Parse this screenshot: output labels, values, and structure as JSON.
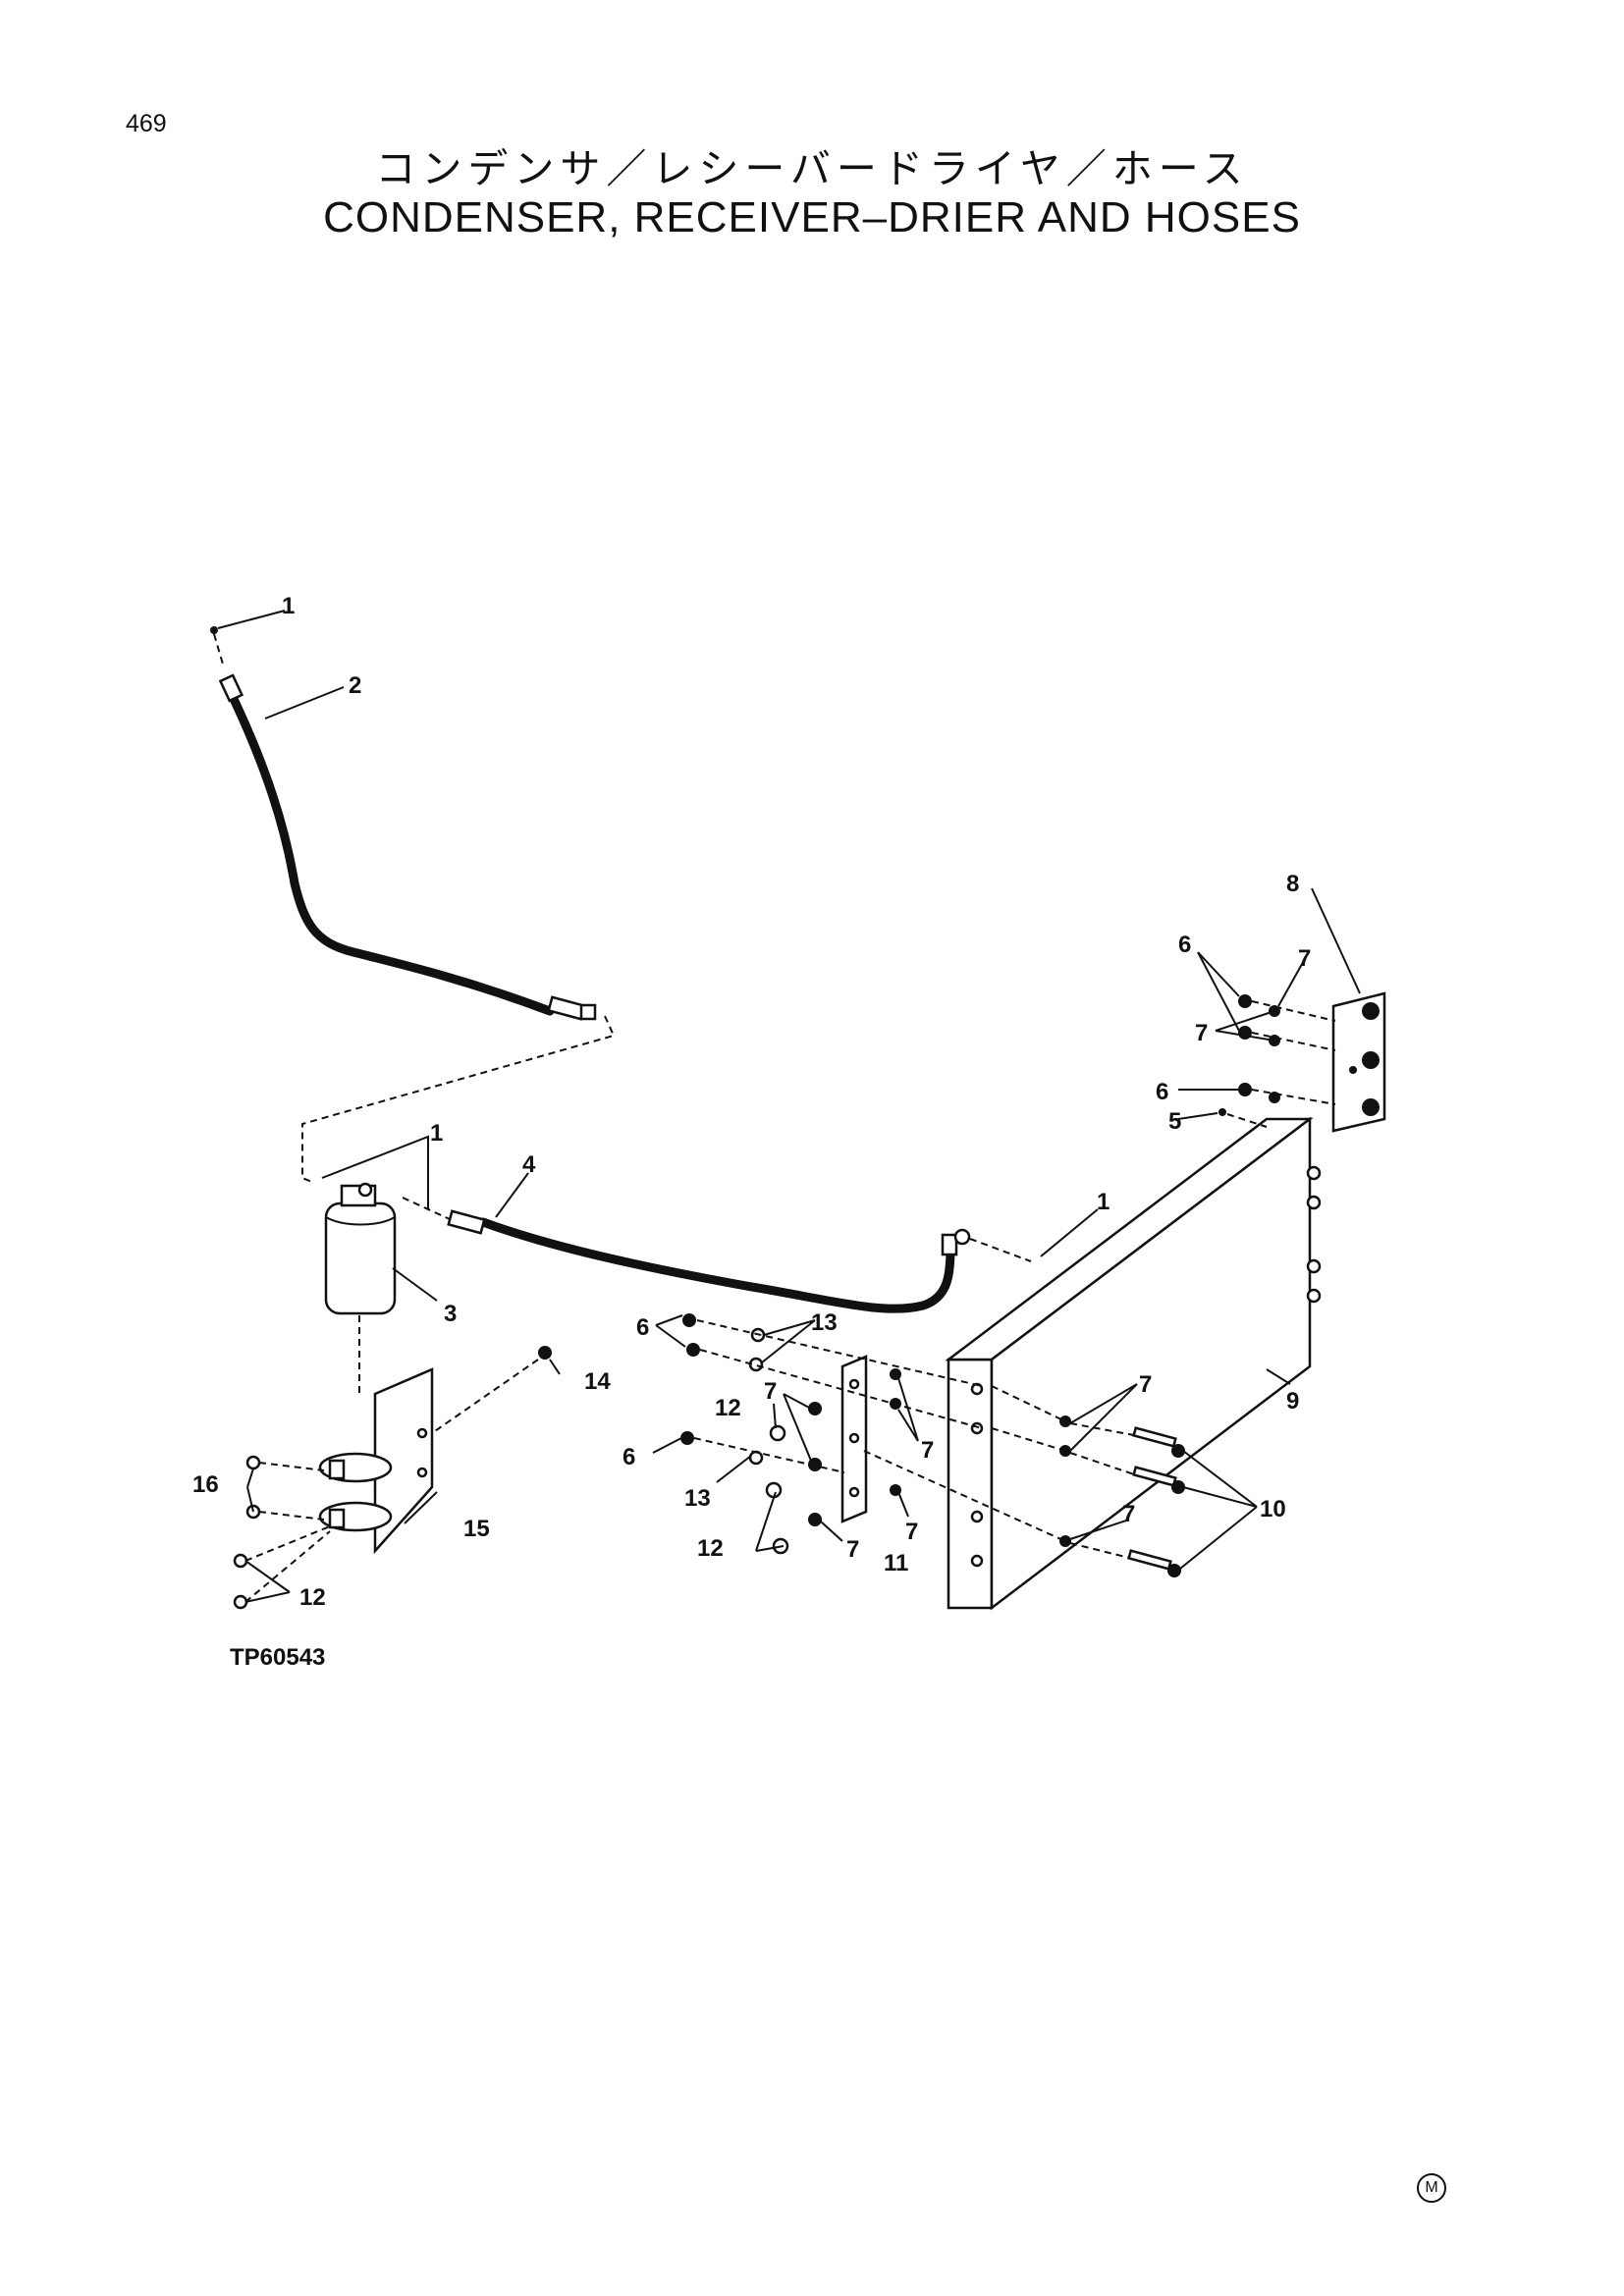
{
  "page_number": "469",
  "title_jp": "コンデンサ／レシーバードライヤ／ホース",
  "title_en": "CONDENSER, RECEIVER–DRIER AND HOSES",
  "figure_code": "TP60543",
  "mark": "M",
  "callouts": {
    "c1a": "1",
    "c2": "2",
    "c1b": "1",
    "c4": "4",
    "c3": "3",
    "c1c": "1",
    "c8": "8",
    "c6a": "6",
    "c7a": "7",
    "c7b": "7",
    "c6b": "6",
    "c5": "5",
    "c6c": "6",
    "c13a": "13",
    "c14": "14",
    "c12a": "12",
    "c7c": "7",
    "c7d": "7",
    "c7e": "7",
    "c9": "9",
    "c6d": "6",
    "c16": "16",
    "c13b": "13",
    "c15": "15",
    "c10": "10",
    "c7f": "7",
    "c7g": "7",
    "c12b": "12",
    "c7h": "7",
    "c11": "11",
    "c12c": "12"
  }
}
